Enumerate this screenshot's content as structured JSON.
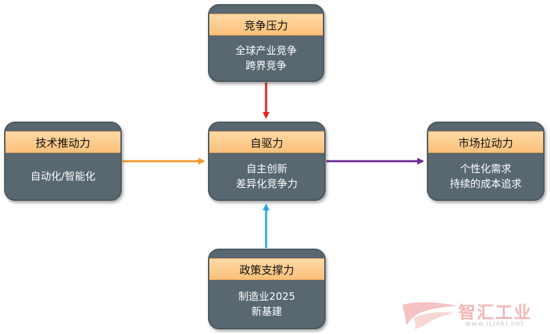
{
  "nodes": {
    "competition": {
      "title": "竞争压力",
      "lines": [
        "全球产业竞争",
        "跨界竞争"
      ]
    },
    "tech": {
      "title": "技术推动力",
      "lines": [
        "自动化/智能化"
      ]
    },
    "self": {
      "title": "自驱力",
      "lines": [
        "自主创新",
        "差异化竞争力"
      ]
    },
    "market": {
      "title": "市场拉动力",
      "lines": [
        "个性化需求",
        "持续的成本追求"
      ]
    },
    "policy": {
      "title": "政策支撑力",
      "lines": [
        "制造业2025",
        "新基建"
      ]
    }
  },
  "edges": [
    {
      "from": "competition",
      "to": "self",
      "color": "#e0201e"
    },
    {
      "from": "tech",
      "to": "self",
      "color": "#f39a2b"
    },
    {
      "from": "self",
      "to": "market",
      "color": "#6a2c91"
    },
    {
      "from": "policy",
      "to": "self",
      "color": "#27a7d8"
    }
  ],
  "watermark": {
    "text": "智汇工业",
    "url": "www.iLinki.net"
  },
  "colors": {
    "box_fill": "#586770",
    "header_fill": "#fbc07a",
    "box_text": "#ffffff"
  }
}
